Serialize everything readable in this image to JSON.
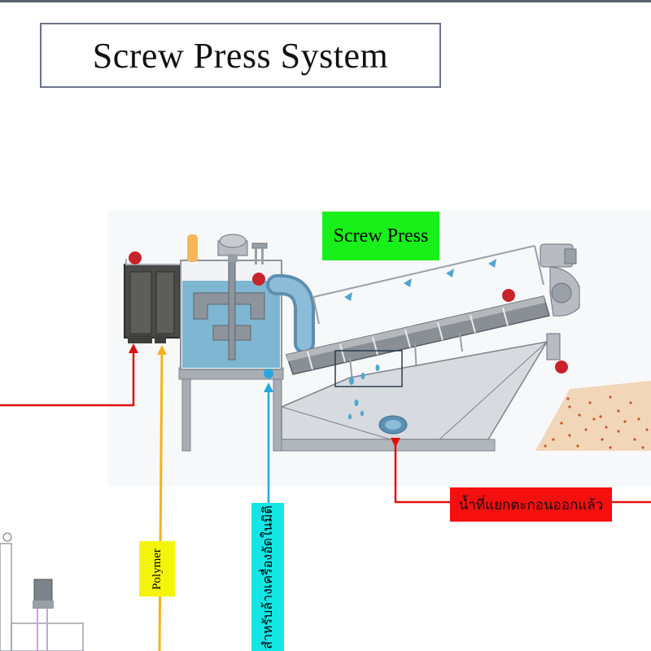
{
  "title": "Screw Press System",
  "labels": {
    "screw_press": "Screw Press",
    "separated_water": "น้ำที่แยกตะกอนออกแล้ว",
    "polymer": "Polymer",
    "wash_water": "สำหรับล้างเครื่องอัดในมิติ"
  },
  "colors": {
    "sludge_line": "#e01010",
    "polymer_line": "#f5b21c",
    "wash_line": "#29a8e0",
    "tank_water": "#7fb6d2",
    "frame": "#9aa0a8",
    "highlight_green": "#19f019",
    "highlight_red": "#f50f0f",
    "highlight_yellow": "#f5f50c",
    "highlight_cyan": "#14e6e6"
  }
}
